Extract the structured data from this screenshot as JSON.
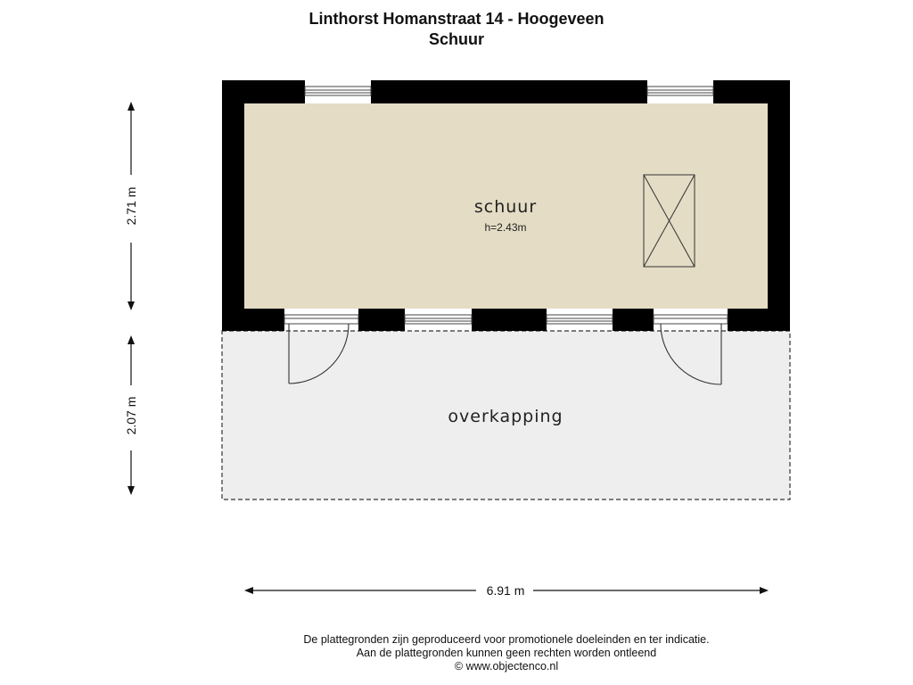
{
  "header": {
    "title": "Linthorst Homanstraat 14 - Hoogeveen",
    "subtitle": "Schuur"
  },
  "rooms": {
    "schuur": {
      "name": "schuur",
      "height": "h=2.43m"
    },
    "overkapping": {
      "name": "overkapping"
    }
  },
  "dimensions": {
    "vertical_top": "2.71 m",
    "vertical_bottom": "2.07 m",
    "horizontal": "6.91 m"
  },
  "footer": {
    "line1": "De plattegronden zijn geproduceerd voor promotionele doeleinden en ter indicatie.",
    "line2": "Aan de plattegronden kunnen geen rechten worden ontleend",
    "line3": "© www.objectenco.nl"
  },
  "colors": {
    "wall": "#000000",
    "schuur_floor": "#e4dcc4",
    "overkapping_floor": "#eeeeee"
  }
}
